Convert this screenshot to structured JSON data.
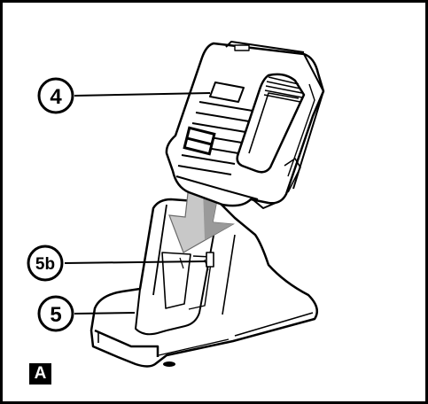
{
  "figure": {
    "tag": "A",
    "callouts": [
      {
        "id": "battery",
        "label": "4"
      },
      {
        "id": "battery-slot",
        "label": "5b"
      },
      {
        "id": "charger-base",
        "label": "5"
      }
    ]
  },
  "colors": {
    "ink": "#000000",
    "paper": "#ffffff",
    "arrow": "#9a9a9a",
    "arrow_light": "#c8c8c8"
  }
}
